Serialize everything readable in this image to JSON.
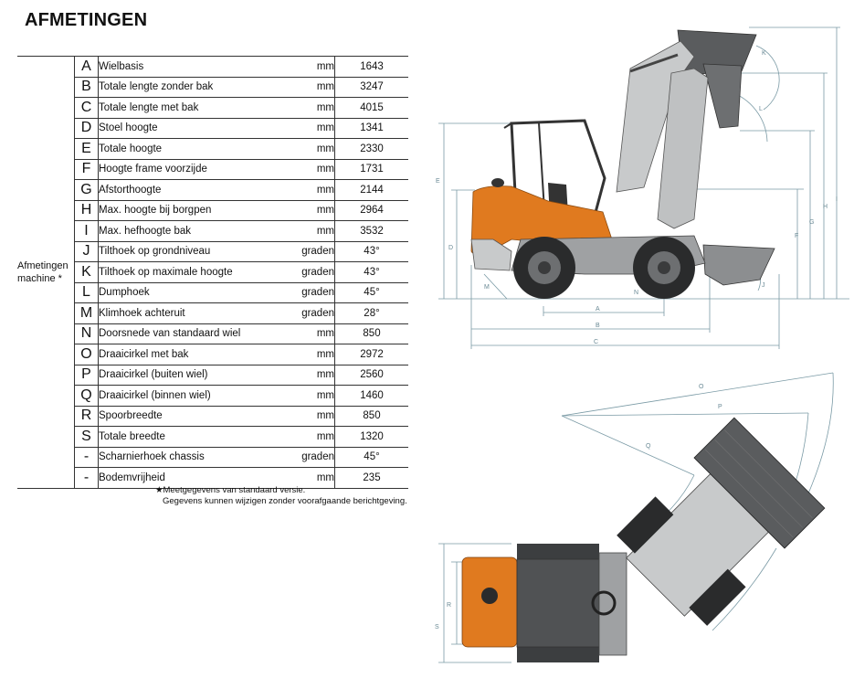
{
  "title": "AFMETINGEN",
  "group_label": "Afmetingen machine *",
  "rows": [
    {
      "letter": "A",
      "desc": "Wielbasis",
      "unit": "mm",
      "value": "1643"
    },
    {
      "letter": "B",
      "desc": "Totale lengte zonder bak",
      "unit": "mm",
      "value": "3247"
    },
    {
      "letter": "C",
      "desc": "Totale lengte met bak",
      "unit": "mm",
      "value": "4015"
    },
    {
      "letter": "D",
      "desc": "Stoel hoogte",
      "unit": "mm",
      "value": "1341"
    },
    {
      "letter": "E",
      "desc": "Totale hoogte",
      "unit": "mm",
      "value": "2330"
    },
    {
      "letter": "F",
      "desc": "Hoogte frame voorzijde",
      "unit": "mm",
      "value": "1731"
    },
    {
      "letter": "G",
      "desc": "Afstorthoogte",
      "unit": "mm",
      "value": "2144"
    },
    {
      "letter": "H",
      "desc": "Max. hoogte bij borgpen",
      "unit": "mm",
      "value": "2964"
    },
    {
      "letter": "I",
      "desc": "Max. hefhoogte bak",
      "unit": "mm",
      "value": "3532"
    },
    {
      "letter": "J",
      "desc": "Tilthoek op grondniveau",
      "unit": "graden",
      "value": "43°"
    },
    {
      "letter": "K",
      "desc": "Tilthoek op maximale hoogte",
      "unit": "graden",
      "value": "43°"
    },
    {
      "letter": "L",
      "desc": "Dumphoek",
      "unit": "graden",
      "value": "45°"
    },
    {
      "letter": "M",
      "desc": "Klimhoek achteruit",
      "unit": "graden",
      "value": "28°"
    },
    {
      "letter": "N",
      "desc": "Doorsnede van standaard wiel",
      "unit": "mm",
      "value": "850"
    },
    {
      "letter": "O",
      "desc": "Draaicirkel met bak",
      "unit": "mm",
      "value": "2972"
    },
    {
      "letter": "P",
      "desc": "Draaicirkel (buiten wiel)",
      "unit": "mm",
      "value": "2560"
    },
    {
      "letter": "Q",
      "desc": "Draaicirkel (binnen wiel)",
      "unit": "mm",
      "value": "1460"
    },
    {
      "letter": "R",
      "desc": "Spoorbreedte",
      "unit": "mm",
      "value": "850"
    },
    {
      "letter": "S",
      "desc": "Totale breedte",
      "unit": "mm",
      "value": "1320"
    },
    {
      "letter": "-",
      "desc": "Scharnierhoek chassis",
      "unit": "graden",
      "value": "45°"
    },
    {
      "letter": "-",
      "desc": "Bodemvrijheid",
      "unit": "mm",
      "value": "235"
    }
  ],
  "footnote": {
    "line1": "★Meetgegevens van standaard versie.",
    "line2": "Gegevens kunnen wijzigen zonder voorafgaande berichtgeving."
  },
  "drawing_labels": {
    "side": [
      "A",
      "B",
      "C",
      "D",
      "E",
      "F",
      "G",
      "H",
      "I",
      "J",
      "K",
      "L",
      "M",
      "N"
    ],
    "top": [
      "O",
      "P",
      "Q",
      "R",
      "S"
    ]
  },
  "colors": {
    "body_orange": "#e07a1f",
    "dimension_line": "#7a9aa5",
    "grey_part": "#c8cacb",
    "dark_part": "#4a4c4e"
  }
}
